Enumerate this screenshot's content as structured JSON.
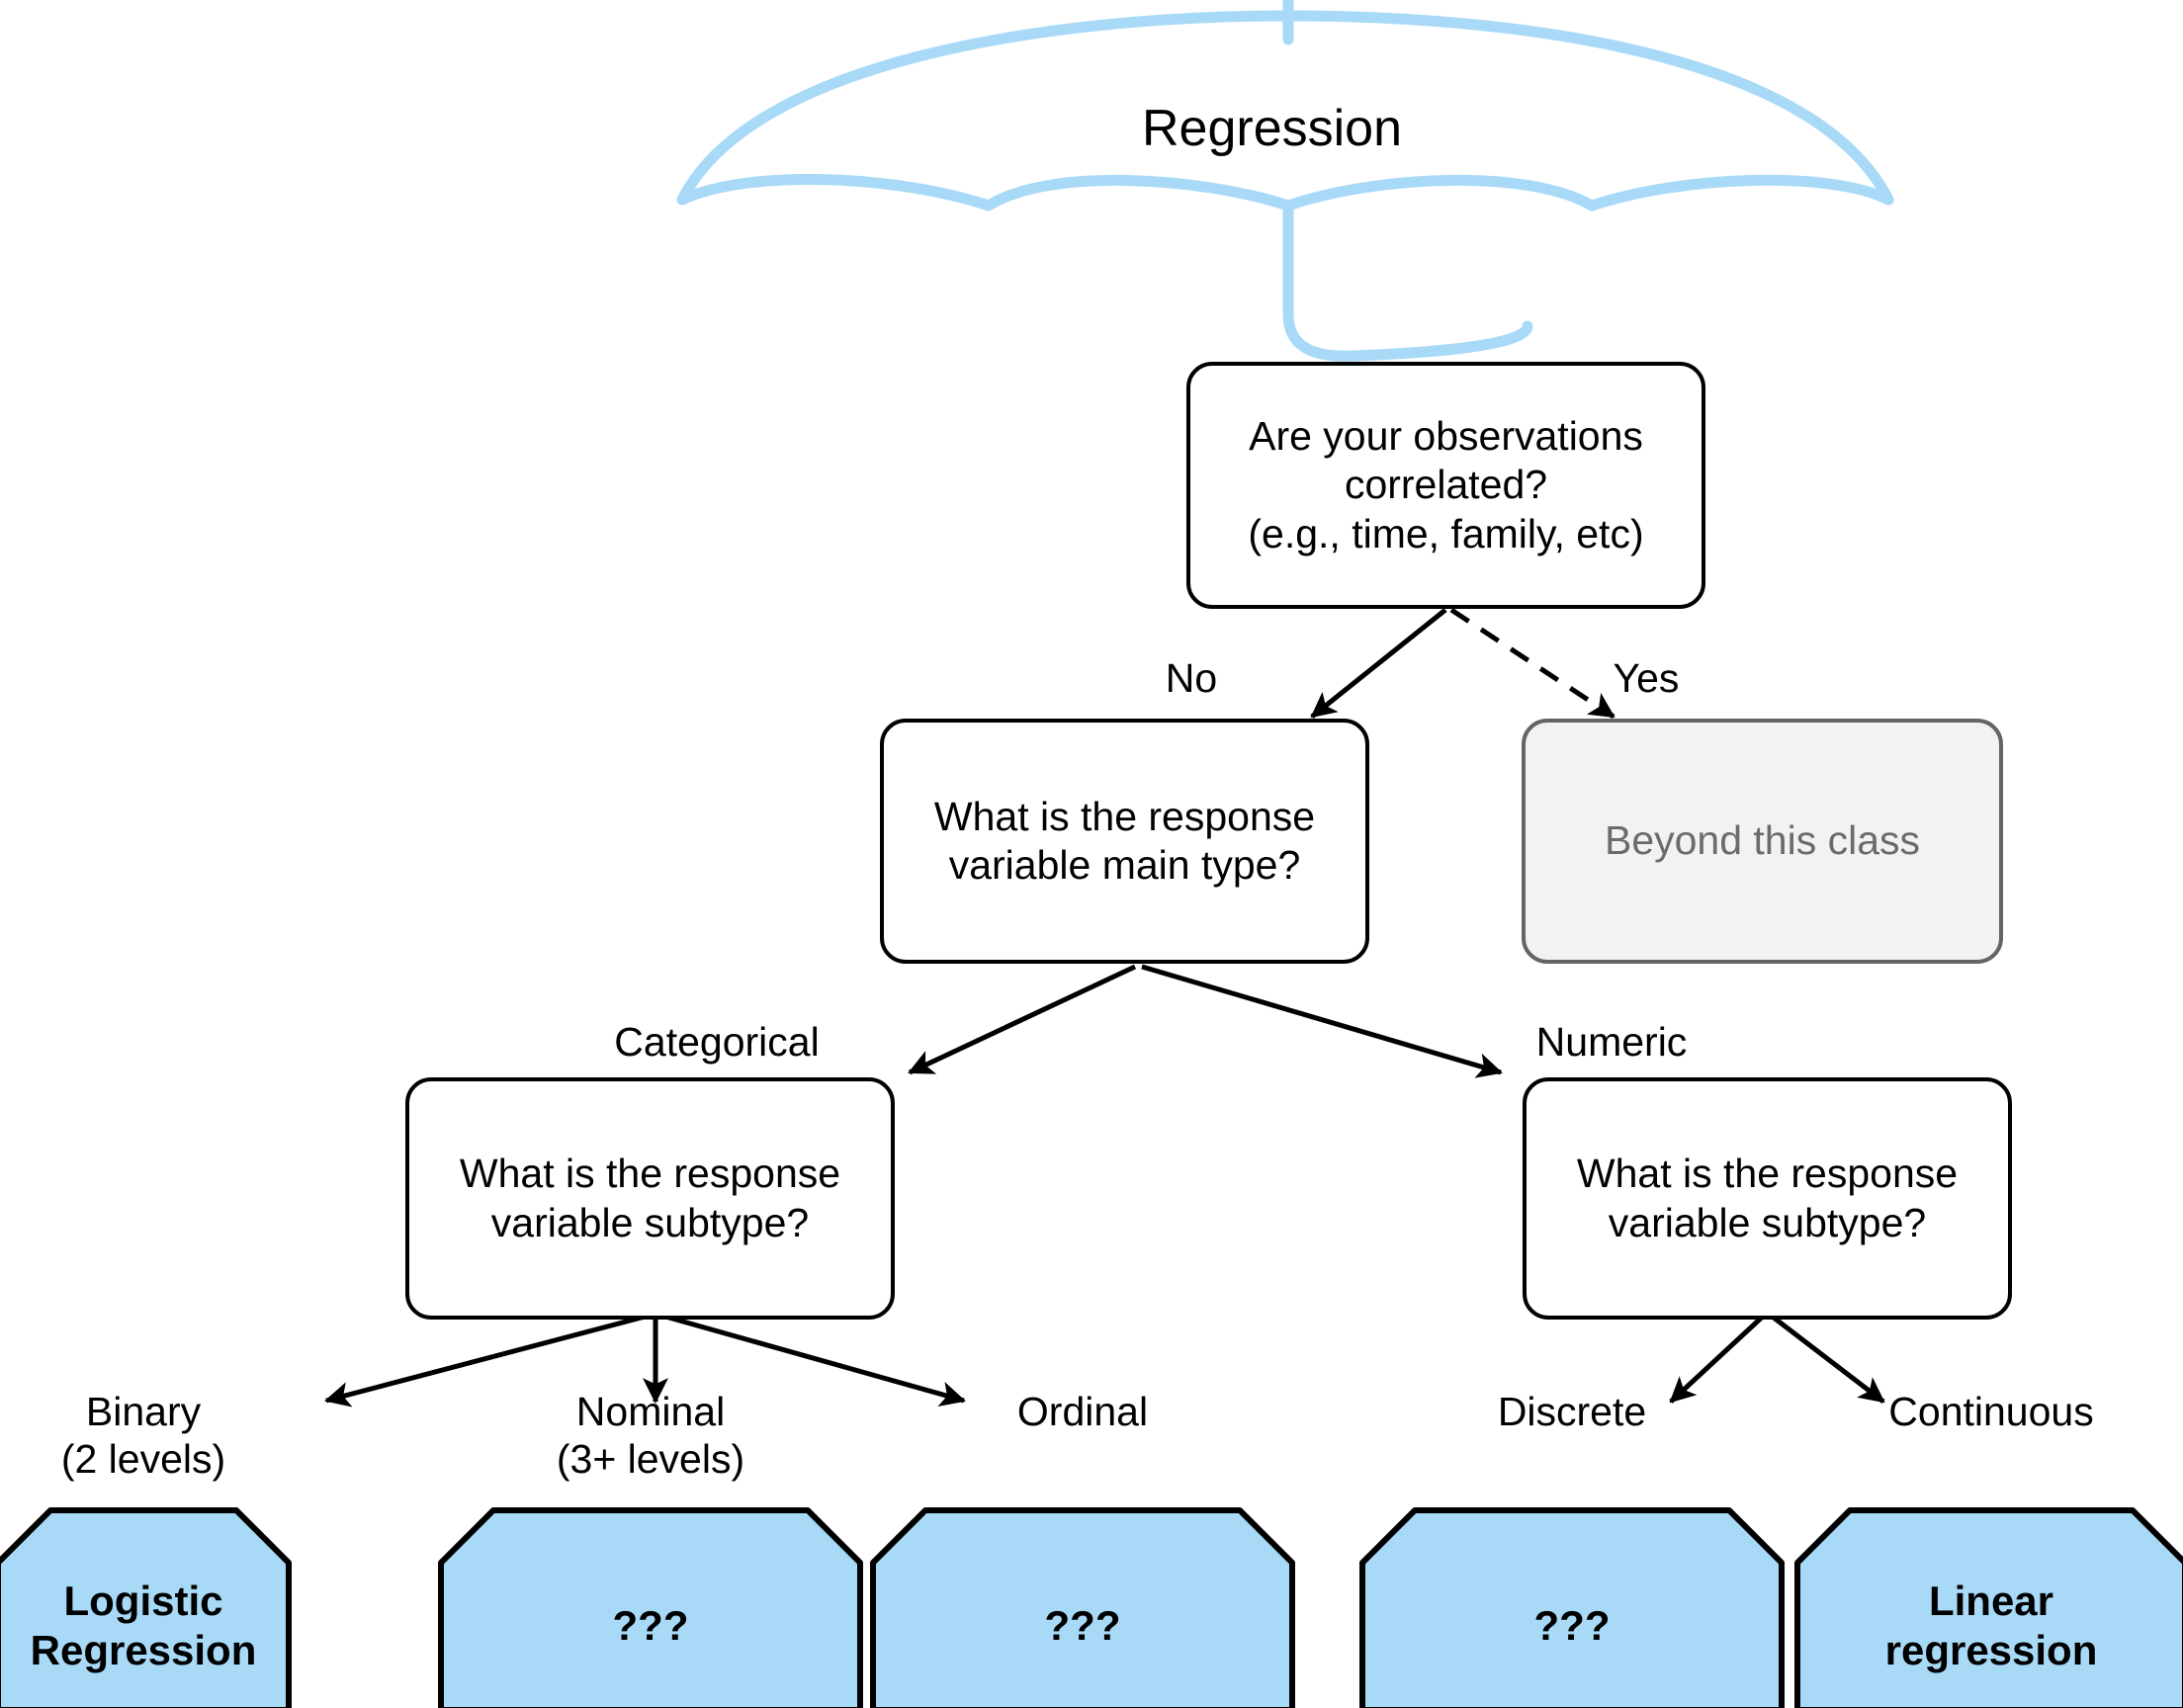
{
  "diagram": {
    "title": "Regression",
    "umbrella": {
      "label": "Regression",
      "canopy_color": "#A8DAF8",
      "handle_color": "#A8DAF8"
    },
    "colors": {
      "node_border": "#000000",
      "node_fill": "#ffffff",
      "muted_border": "#646464",
      "muted_fill": "#f2f2f2",
      "muted_text": "#6b6b6b",
      "leaf_fill": "#A8DAF8",
      "leaf_border": "#000000",
      "arrow": "#000000"
    },
    "nodes": {
      "q_correlated": "Are your observations\ncorrelated?\n(e.g., time, family, etc)",
      "beyond": "Beyond this class",
      "q_main_type": "What is the response\nvariable main type?",
      "q_subtype_categorical": "What is the response\nvariable subtype?",
      "q_subtype_numeric": "What is the response\nvariable subtype?"
    },
    "edge_labels": {
      "no": "No",
      "yes": "Yes",
      "categorical": "Categorical",
      "numeric": "Numeric"
    },
    "leaves": [
      {
        "label": "Binary\n(2 levels)",
        "text": "Logistic\nRegression"
      },
      {
        "label": "Nominal\n(3+ levels)",
        "text": "???"
      },
      {
        "label": "Ordinal",
        "text": "???"
      },
      {
        "label": "Discrete",
        "text": "???"
      },
      {
        "label": "Continuous",
        "text": "Linear\nregression"
      }
    ]
  }
}
